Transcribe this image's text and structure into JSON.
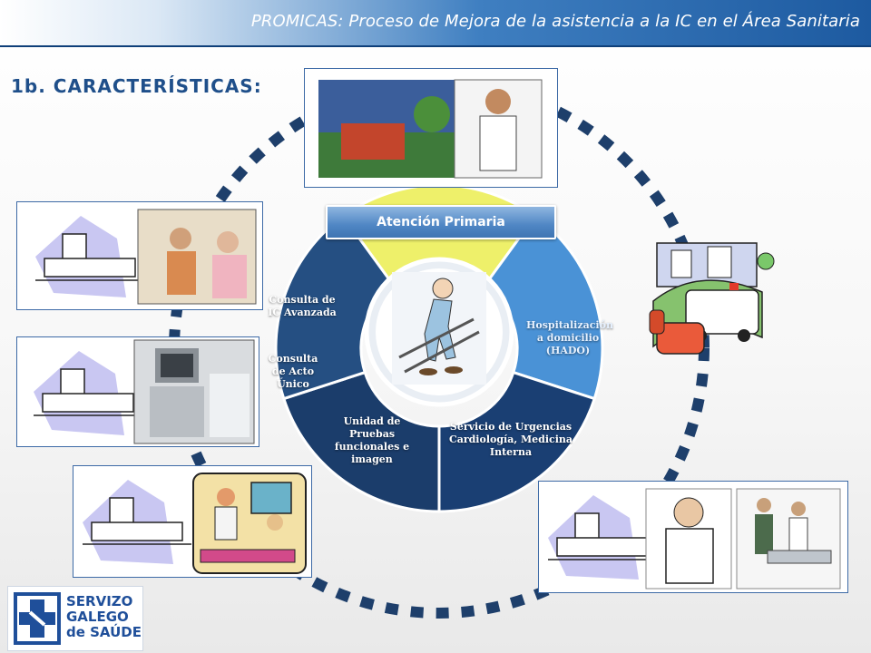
{
  "header": {
    "title": "PROMICAS: Proceso de Mejora de la asistencia a la IC en el Área Sanitaria"
  },
  "subtitle": "1b. CARACTERÍSTICAS:",
  "diagram": {
    "segments": [
      {
        "label": "Atención Primaria"
      },
      {
        "label": "Hospitalización a domicilio (HADO)"
      },
      {
        "label": "Servicio de Urgencias Cardiología, Medicina Interna"
      },
      {
        "label": "Unidad de Pruebas funcionales e imagen"
      },
      {
        "label_1": "Consulta de IC Avanzada",
        "label_2": "Consulta de Acto Único"
      }
    ],
    "colors": {
      "primary_care": "#eef06a",
      "hado": "#4a92d6",
      "urgencias": "#1a3f73",
      "unidad": "#1b3d6b",
      "consulta": "#254f82",
      "dashed_circle": "#1e3f6b"
    }
  },
  "logo": {
    "line1": "SERVIZO",
    "line2": "GALEGO",
    "line3": "de SAÚDE"
  }
}
